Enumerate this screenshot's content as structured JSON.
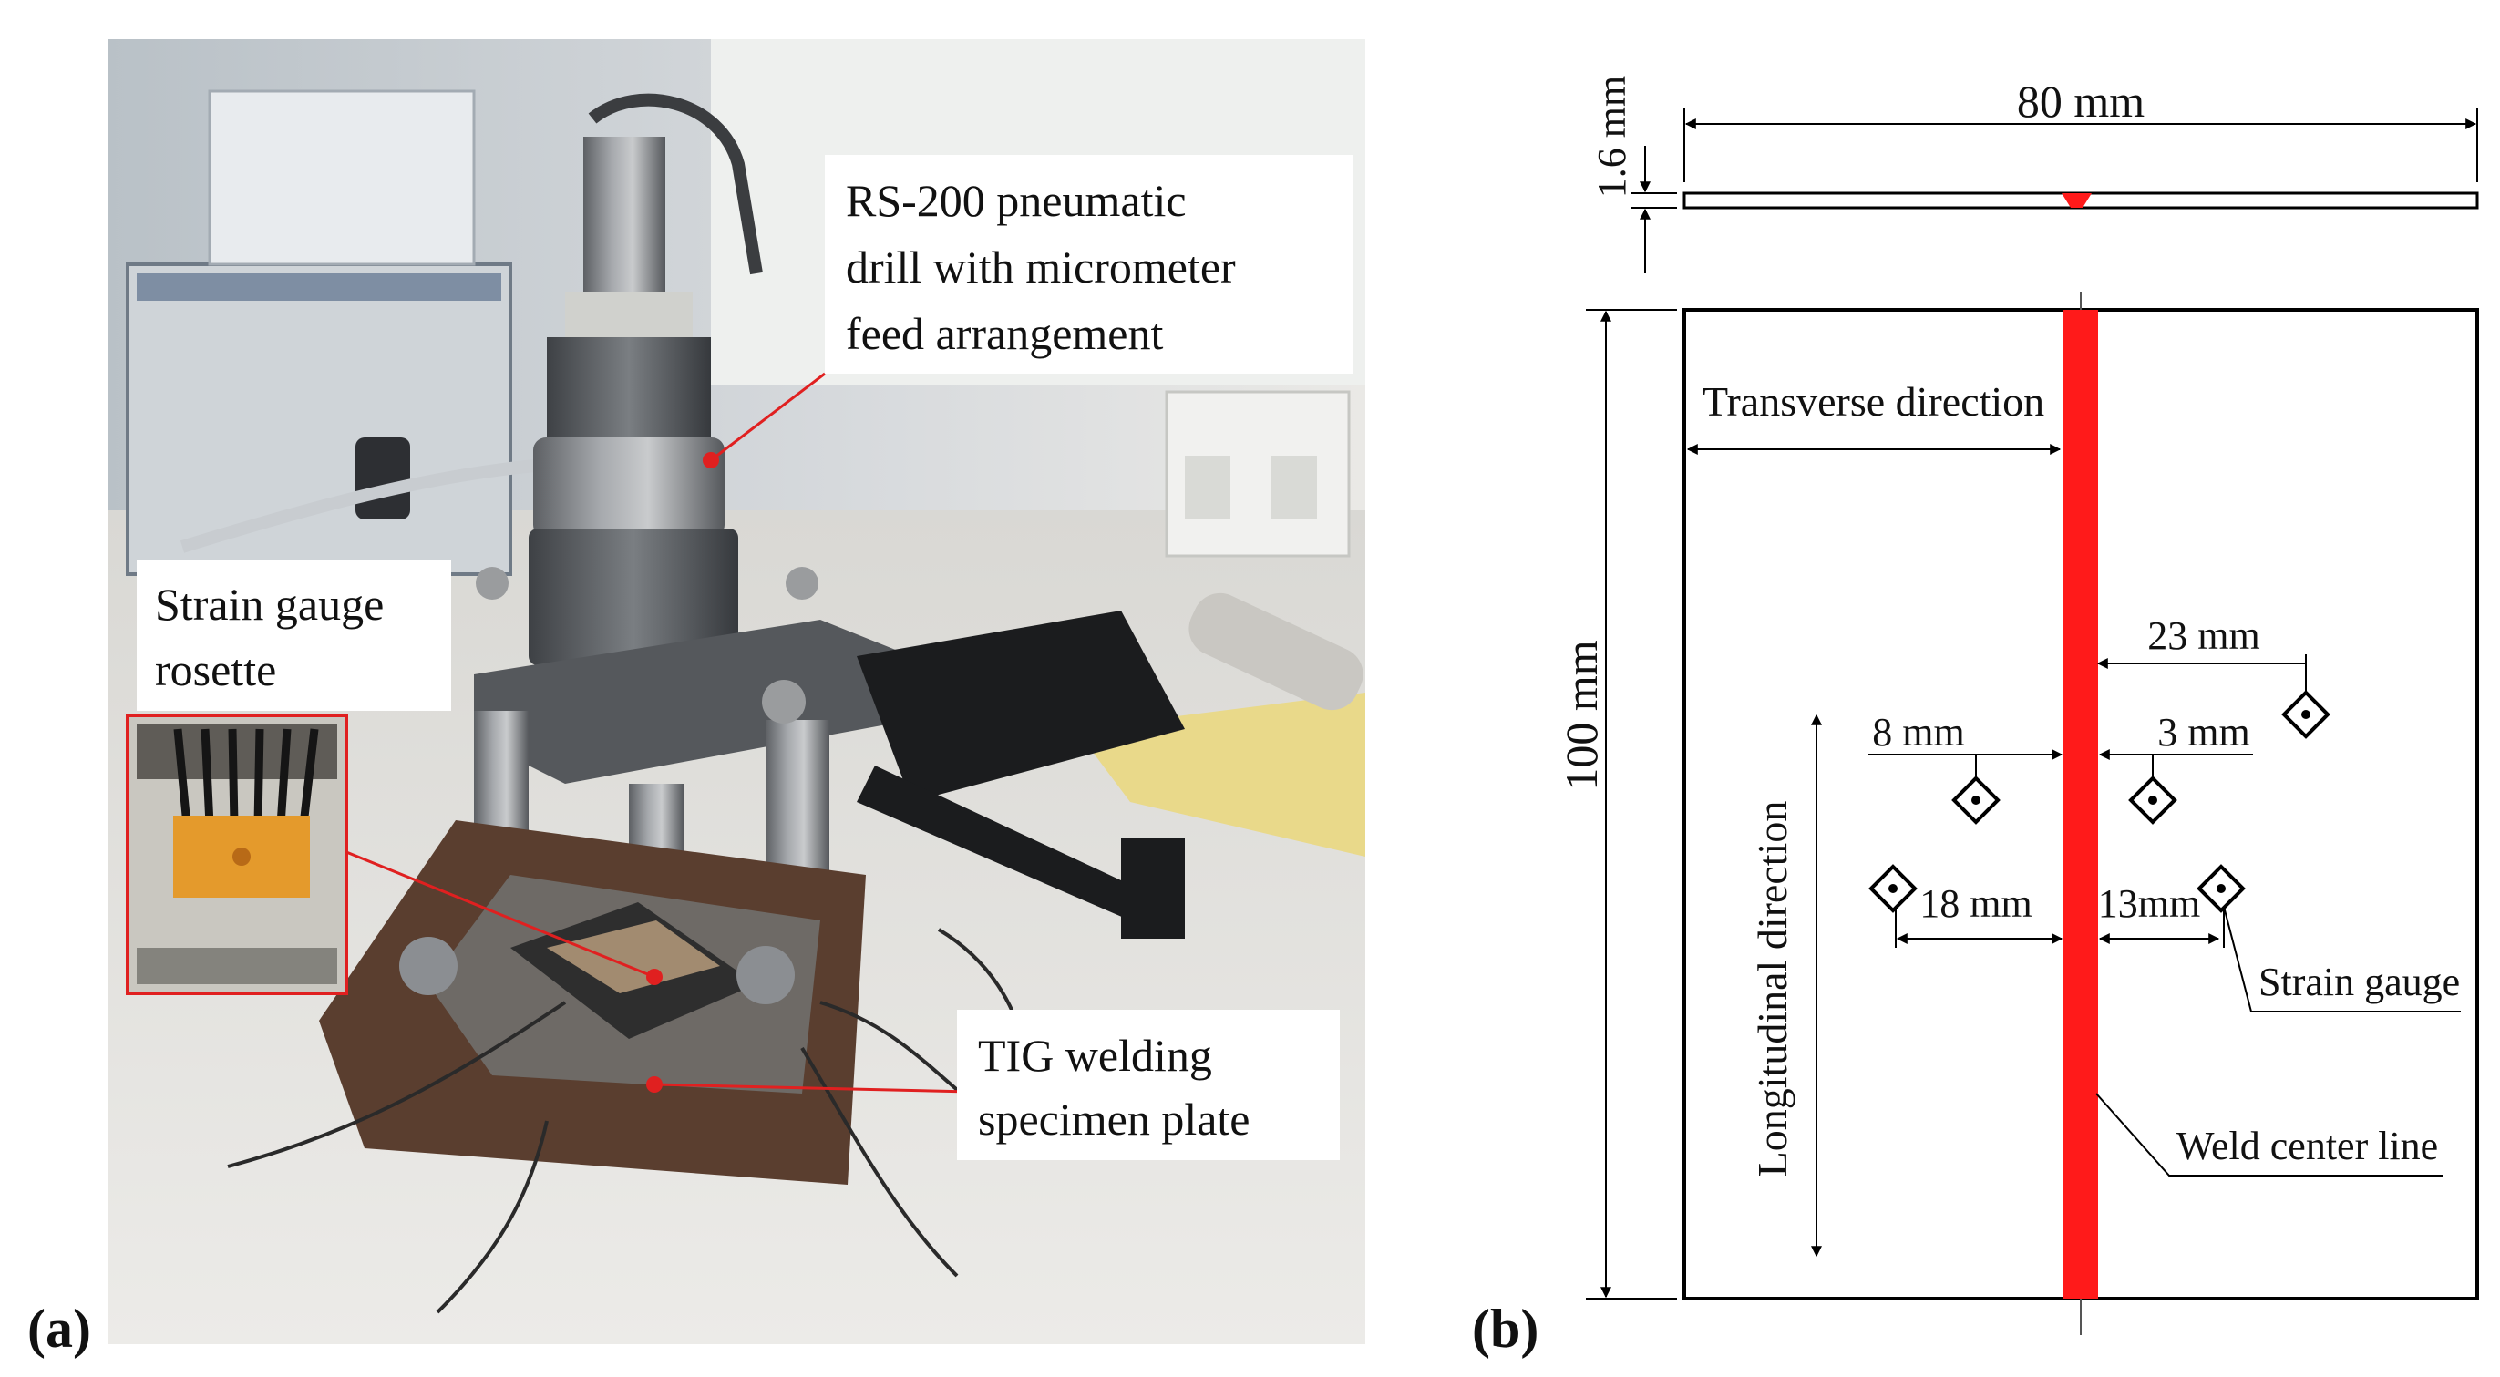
{
  "panel_a": {
    "label": "(a)",
    "callouts": {
      "drill": [
        "RS-200 pneumatic",
        "drill with micrometer",
        "feed arrangement"
      ],
      "rosette": [
        "Strain gauge",
        "rosette"
      ],
      "specimen": [
        "TIG welding",
        "specimen plate"
      ]
    }
  },
  "panel_b": {
    "label": "(b)",
    "dimensions": {
      "width": "80 mm",
      "thickness": "1.6 mm",
      "length": "100 mm",
      "d23": "23 mm",
      "d8": "8 mm",
      "d3": "3 mm",
      "d18": "18 mm",
      "d13": "13mm"
    },
    "labels": {
      "transverse": "Transverse direction",
      "longitudinal": "Longitudinal direction",
      "strain_gauge": "Strain gauge",
      "weld_line": "Weld center line"
    },
    "colors": {
      "weld": "#ff1a1a",
      "callout_line": "#e02020"
    }
  }
}
